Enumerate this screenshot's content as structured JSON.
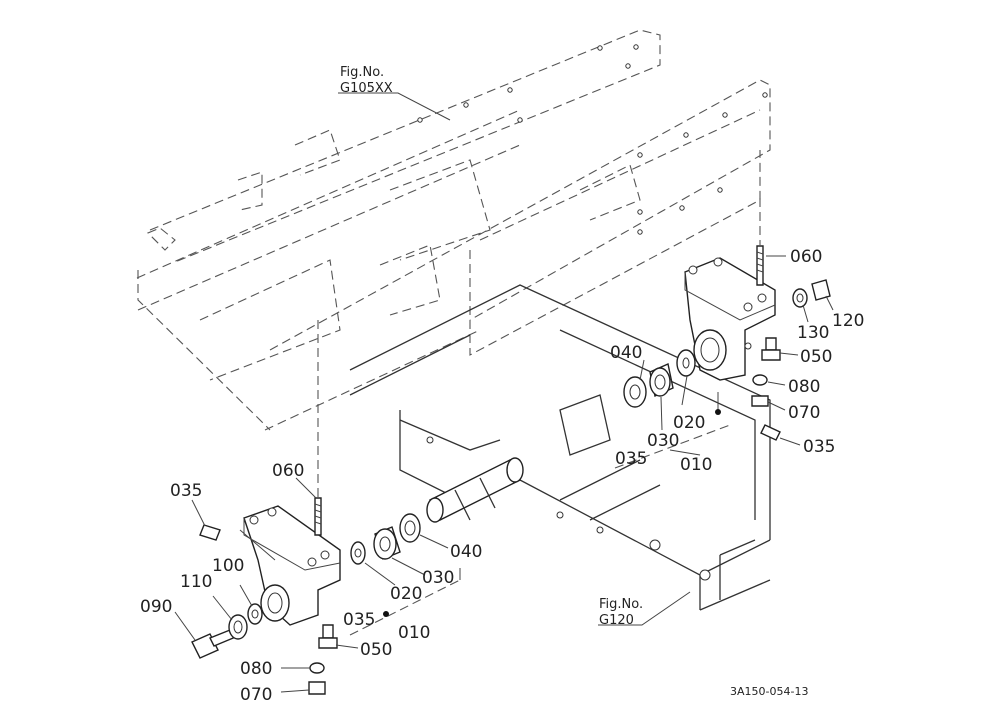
{
  "figure_refs": [
    {
      "line1": "Fig.No.",
      "line2": "G105XX"
    },
    {
      "line1": "Fig.No.",
      "line2": "G120"
    }
  ],
  "right_labels": {
    "p060": "060",
    "p120": "120",
    "p130": "130",
    "p050": "050",
    "p040": "040",
    "p080": "080",
    "p070": "070",
    "p020": "020",
    "p030": "030",
    "p035_a": "035",
    "p035_b": "035",
    "p010": "010"
  },
  "left_labels": {
    "p035_top": "035",
    "p060": "060",
    "p100": "100",
    "p110": "110",
    "p090": "090",
    "p020": "020",
    "p030": "030",
    "p040": "040",
    "p035_bottom": "035",
    "p010": "010",
    "p050": "050",
    "p080": "080",
    "p070": "070"
  },
  "drawing_code": "3A150-054-13"
}
